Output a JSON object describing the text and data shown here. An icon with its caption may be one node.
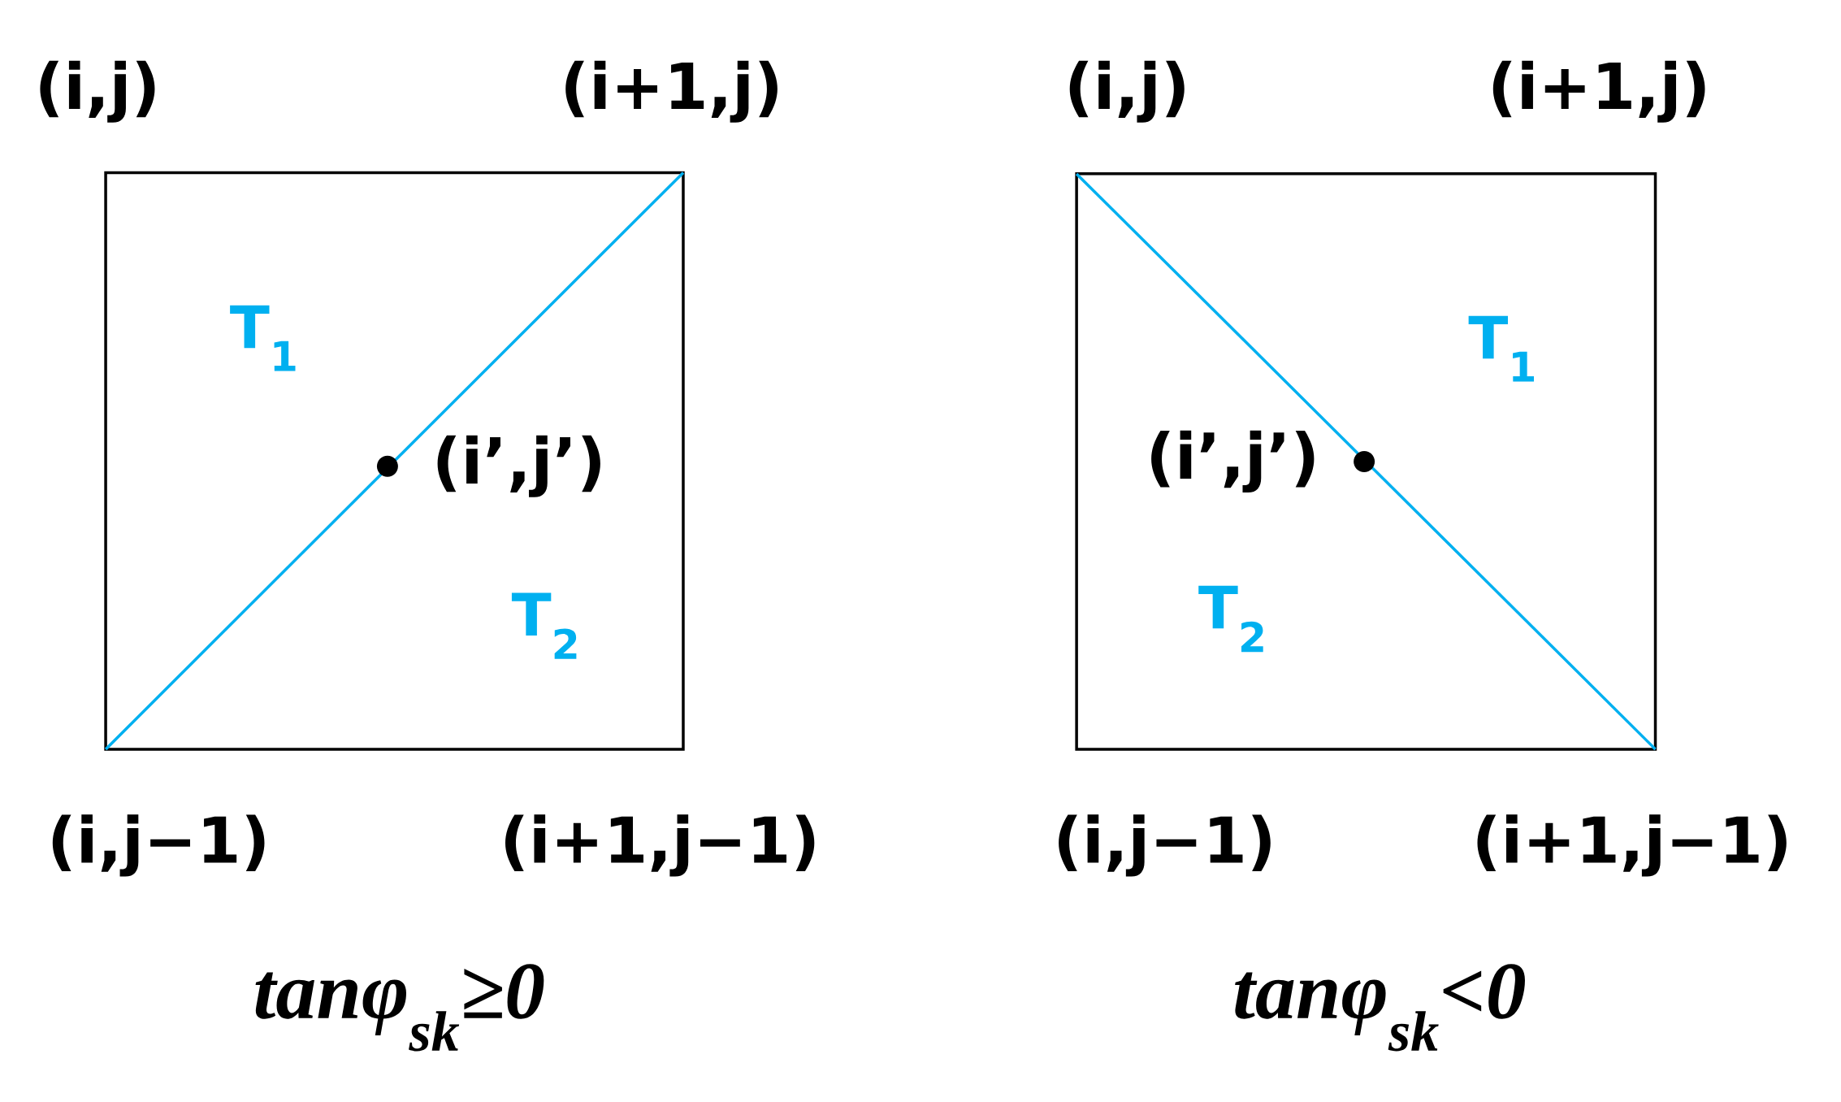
{
  "diagram": {
    "nodes": [
      {
        "text": [
          "T$_{1}$",
          "(i’,j’)",
          "T$_{2}$"
        ]
      },
      {
        "text": [
          "T$_{1}$",
          "(i’,j’)",
          "T$_{2}$"
        ]
      }
    ],
    "labels": [
      "(i,j)",
      "(i+1,j)",
      "(i,j)",
      "(i+1,j)",
      "(i,j−1)",
      "(i+1,j−1)",
      "(i,j−1)",
      "(i+1,j−1)",
      "tanφ$_{sk}$≥0",
      "tanφ$_{sk}$<0"
    ]
  }
}
